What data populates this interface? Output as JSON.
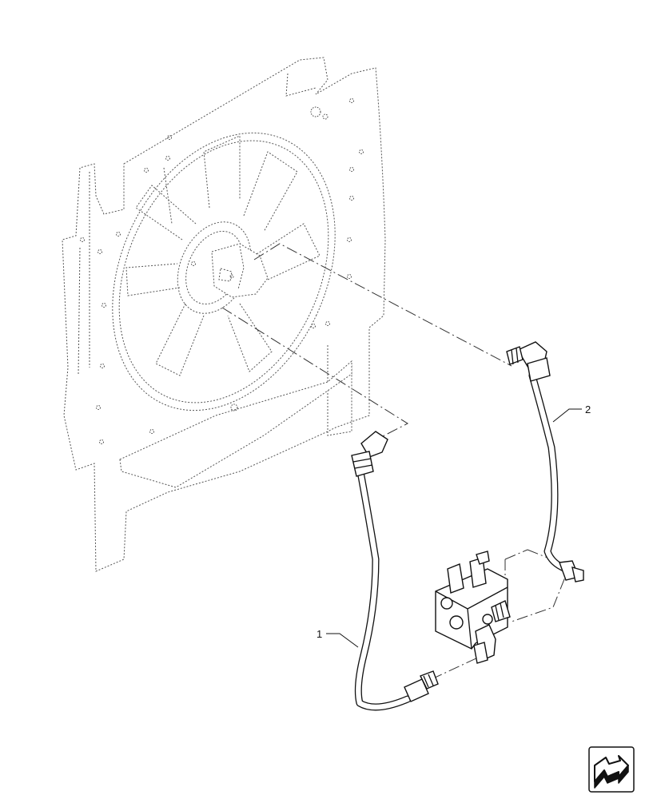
{
  "diagram": {
    "callouts": [
      {
        "id": "1",
        "label": "1"
      },
      {
        "id": "2",
        "label": "2"
      }
    ],
    "parts": [
      {
        "callout": "1",
        "icon": "hydraulic-hose"
      },
      {
        "callout": "2",
        "icon": "hydraulic-hose"
      }
    ],
    "context_parts": [
      "fan-shroud-icon",
      "cooling-fan-icon",
      "fan-motor-icon",
      "valve-block-icon"
    ]
  },
  "navigation": {
    "icon": "next-page-arrow-icon"
  }
}
